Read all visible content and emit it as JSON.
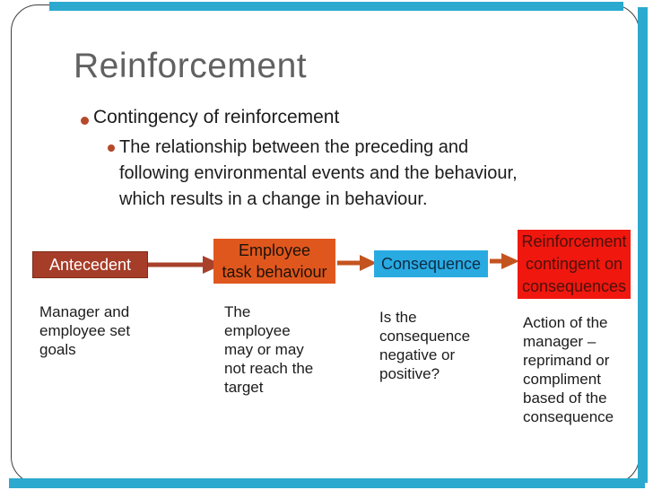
{
  "slide": {
    "title": "Reinforcement",
    "bullet1": "Contingency of reinforcement",
    "bullet2": "The relationship between the preceding and\nfollowing environmental events and the behaviour,\nwhich results in a change in behaviour.",
    "title_color": "#616161",
    "bullet_marker_color": "#B5492A",
    "accent_strip_color": "#2BA9CE",
    "frame_border_color": "#3F3F3F"
  },
  "diagram": {
    "boxes": [
      {
        "label": "Antecedent",
        "bg": "#A63D28",
        "text_color": "#FFFFFF"
      },
      {
        "label": "Employee\ntask behaviour",
        "bg": "#E0571E",
        "text_color": "#1D1208"
      },
      {
        "label": "Consequence",
        "bg": "#29ABE2",
        "text_color": "#0D2C47"
      },
      {
        "label": "Reinforcement\ncontingent on\nconsequences",
        "bg": "#F0170F",
        "text_color": "#4A120A"
      }
    ],
    "arrow_colors": [
      "#A8402A",
      "#C4541F",
      "#C4541F"
    ],
    "notes": [
      "Manager and\nemployee set\ngoals",
      "The\nemployee\nmay or may\nnot reach the\ntarget",
      "Is the\nconsequence\nnegative or\npositive?",
      "Action of the\nmanager –\nreprimand or\ncompliment\nbased of the\nconsequence"
    ]
  }
}
